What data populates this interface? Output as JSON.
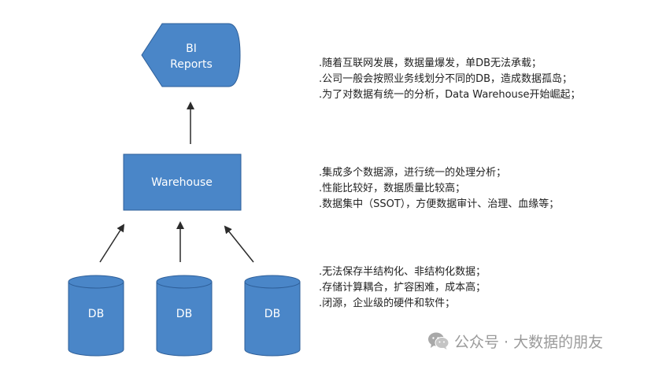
{
  "colors": {
    "shape_fill": "#4a86c8",
    "shape_stroke": "#2e5f99",
    "arrow": "#2b2b2b",
    "text": "#222222",
    "watermark": "#9a9a9a"
  },
  "nodes": {
    "reports": {
      "line1": "BI",
      "line2": "Reports"
    },
    "warehouse": {
      "label": "Warehouse"
    },
    "db1": {
      "label": "DB"
    },
    "db2": {
      "label": "DB"
    },
    "db3": {
      "label": "DB"
    }
  },
  "notes": {
    "reports": [
      ".随着互联网发展，数据量爆发，单DB无法承载；",
      ".公司一般会按照业务线划分不同的DB，造成数据孤岛；",
      ".为了对数据有统一的分析，Data Warehouse开始崛起；"
    ],
    "warehouse": [
      ".集成多个数据源，进行统一的处理分析；",
      ".性能比较好，数据质量比较高；",
      ".数据集中（SSOT），方便数据审计、治理、血缘等；"
    ],
    "db": [
      ".无法保存半结构化、非结构化数据；",
      ".存储计算耦合，扩容困难，成本高；",
      ".闭源，企业级的硬件和软件；"
    ]
  },
  "watermark": {
    "icon": "wechat-icon",
    "text": "公众号 · 大数据的朋友"
  }
}
